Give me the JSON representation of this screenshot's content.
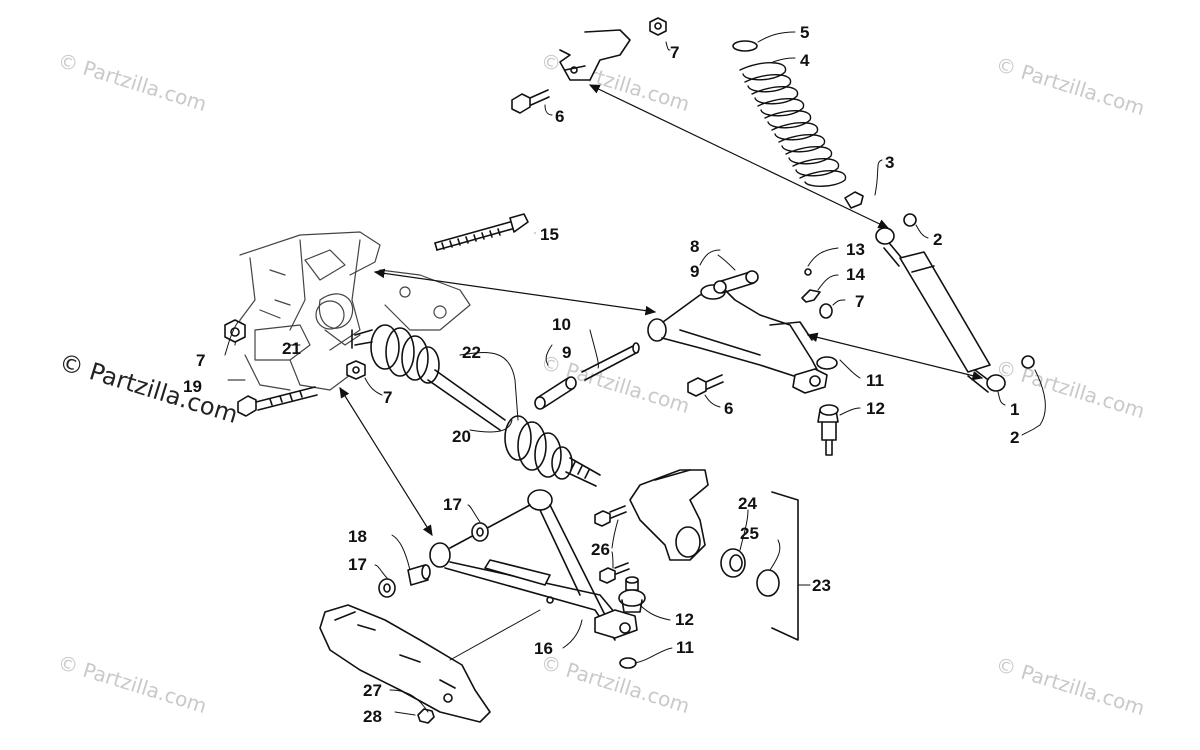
{
  "watermark": {
    "small": "© Partzilla.com",
    "large": "© Partzilla.com"
  },
  "callouts": [
    "1",
    "2",
    "2",
    "3",
    "4",
    "5",
    "6",
    "6",
    "7",
    "7",
    "7",
    "7",
    "8",
    "9",
    "9",
    "10",
    "11",
    "11",
    "12",
    "12",
    "13",
    "14",
    "15",
    "16",
    "17",
    "17",
    "18",
    "19",
    "20",
    "21",
    "22",
    "23",
    "24",
    "25",
    "26",
    "27",
    "28"
  ]
}
